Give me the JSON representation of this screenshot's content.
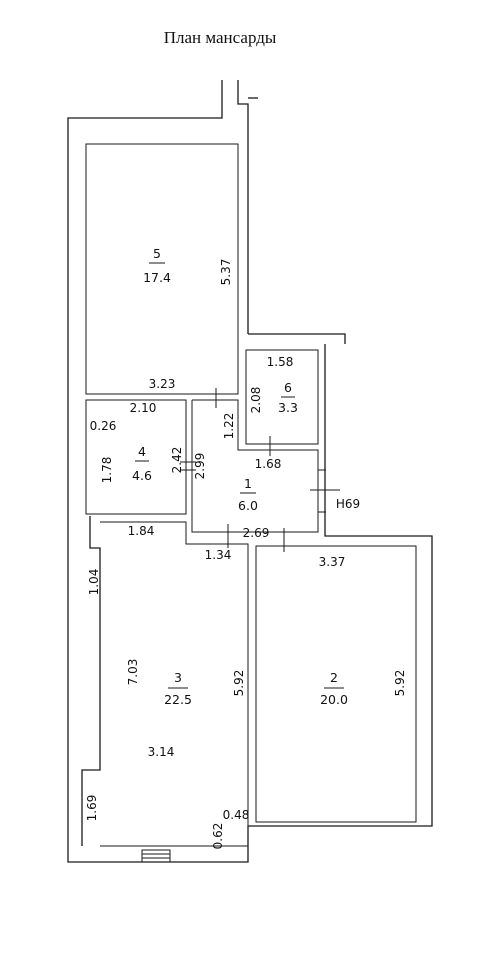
{
  "title": "План мансарды",
  "rooms": [
    {
      "number": "5",
      "area": "17.4"
    },
    {
      "number": "6",
      "area": "3.3"
    },
    {
      "number": "4",
      "area": "4.6"
    },
    {
      "number": "1",
      "area": "6.0"
    },
    {
      "number": "3",
      "area": "22.5"
    },
    {
      "number": "2",
      "area": "20.0"
    }
  ],
  "dimensions": [
    "5.37",
    "3.23",
    "1.58",
    "2.08",
    "2.10",
    "1.22",
    "0.26",
    "2.42",
    "2.99",
    "1.68",
    "1.78",
    "H69",
    "1.84",
    "2.69",
    "1.34",
    "3.37",
    "1.04",
    "7.03",
    "5.92",
    "5.92",
    "3.14",
    "1.69",
    "0.48",
    "0.62"
  ]
}
